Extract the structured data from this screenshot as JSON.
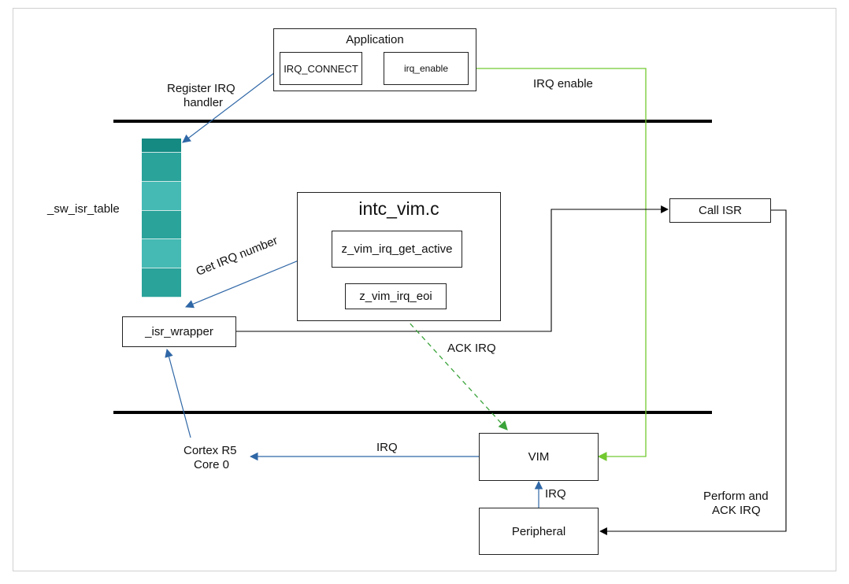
{
  "application": {
    "title": "Application",
    "irq_connect": "IRQ_CONNECT",
    "irq_enable": "irq_enable"
  },
  "intc": {
    "title": "intc_vim.c",
    "get_active": "z_vim_irq_get_active",
    "eoi": "z_vim_irq_eoi"
  },
  "labels": {
    "register_line1": "Register IRQ",
    "register_line2": "handler",
    "irq_enable_edge": "IRQ enable",
    "sw_isr_table": "_sw_isr_table",
    "get_irq_number": "Get IRQ number",
    "ack_irq": "ACK IRQ",
    "irq_to_cpu": "IRQ",
    "irq_from_peripheral": "IRQ",
    "perform_line1": "Perform and",
    "perform_line2": "ACK IRQ"
  },
  "nodes": {
    "isr_wrapper": "_isr_wrapper",
    "call_isr": "Call ISR",
    "cortex_line1": "Cortex R5",
    "cortex_line2": "Core 0",
    "vim": "VIM",
    "peripheral": "Peripheral"
  },
  "colors": {
    "blue_edge": "#2f67a6",
    "green_edge": "#72c930",
    "green_dashed_edge": "#3aa33a",
    "black_edge": "#000000",
    "table_cells": [
      "#148a82",
      "#2aa39b",
      "#45bab4",
      "#2aa39b",
      "#45bab4",
      "#2aa39b"
    ]
  },
  "icons": [
    "arrowhead"
  ]
}
